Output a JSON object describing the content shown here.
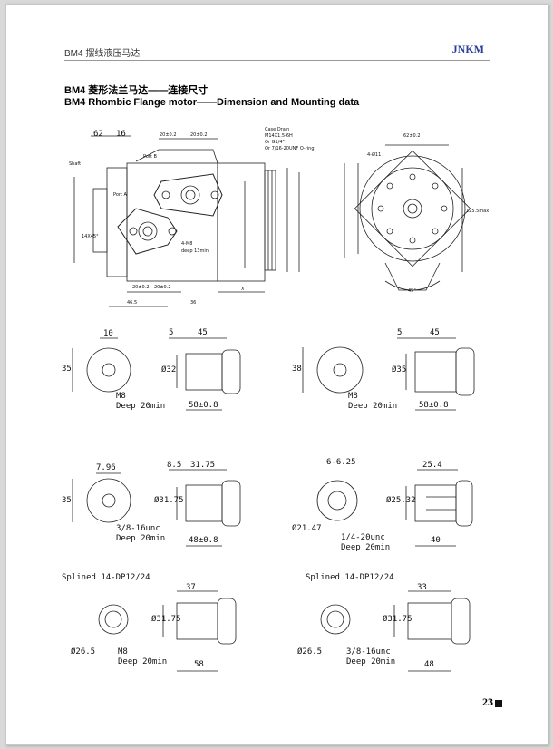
{
  "header": {
    "left": "BM4 摆线液压马达",
    "right": "JNKM"
  },
  "titles": {
    "cn": "BM4 菱形法兰马达——连接尺寸",
    "en": "BM4 Rhombic Flange  motor——Dimension and Mounting data"
  },
  "main_drawing": {
    "d_62": "62",
    "d_16": "16",
    "shaft": "Shaft",
    "port_b": "Port B",
    "port_a": "Port A",
    "d_20_02a": "20±0.2",
    "d_20_02b": "20±0.2",
    "d_14_45": "14X45°",
    "d_4m8": "4-M8",
    "deep": "deep 13min",
    "d_20_02c": "20±0.2",
    "d_20_02d": "20±0.2",
    "d_465": "46.5",
    "d_36": "36",
    "d_x": "X",
    "case_drain": "Case Drain",
    "cd2": "M14X1.5-6H",
    "cd3": "Or G1/4\"",
    "cd4": "Or 7/16-20UNF O-ring",
    "d_62_02": "62±0.2",
    "d_4d11": "4-Ø11",
    "d_45": "45°",
    "d_1255": "125.5max"
  },
  "shafts": [
    {
      "top1": "10",
      "top2": "5",
      "top3": "45",
      "left": "35",
      "dia": "Ø32",
      "m": "M8",
      "deep": "Deep 20min",
      "len": "58±0.8"
    },
    {
      "top1": "",
      "top2": "5",
      "top3": "45",
      "left": "38",
      "dia": "Ø35",
      "m": "M8",
      "deep": "Deep 20min",
      "len": "58±0.8"
    },
    {
      "top1": "7.96",
      "top2": "8.5",
      "top3": "31.75",
      "left": "35",
      "dia": "Ø31.75",
      "m": "3/8-16unc",
      "deep": "Deep 20min",
      "len": "48±0.8"
    },
    {
      "top1": "6-6.25",
      "top2": "",
      "top3": "25.4",
      "left": "Ø21.47",
      "dia": "Ø25.32",
      "m": "1/4-20unc",
      "deep": "Deep 20min",
      "len": "40"
    },
    {
      "title": "Splined 14-DP12/24",
      "top3": "37",
      "left": "Ø26.5",
      "dia": "Ø31.75",
      "m": "M8",
      "deep": "Deep 20min",
      "len": "58"
    },
    {
      "title": "Splined 14-DP12/24",
      "top3": "33",
      "left": "Ø26.5",
      "dia": "Ø31.75",
      "m": "3/8-16unc",
      "deep": "Deep 20min",
      "len": "48"
    }
  ],
  "page_number": "23"
}
